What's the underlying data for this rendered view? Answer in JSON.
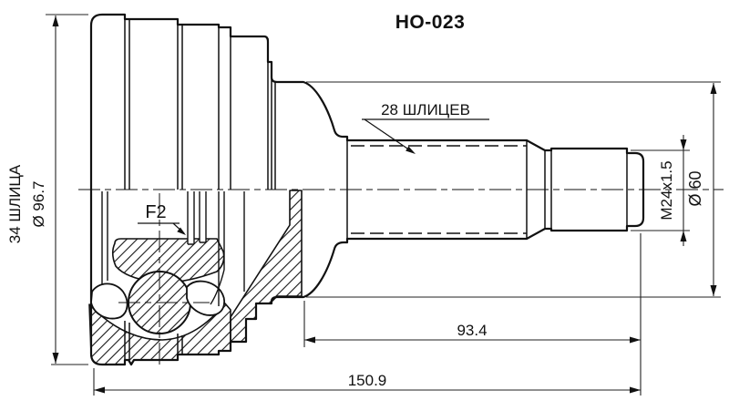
{
  "drawing": {
    "part_code": "HO-023",
    "callouts": {
      "outer_splines": "28 ШЛИЦЕВ",
      "inner_splines": "34 ШЛИЦА",
      "outer_diameter": "Ø 96.7",
      "groove_code": "F2",
      "thread_spec": "M24x1.5",
      "shoulder_diameter": "Ø 60",
      "shaft_length": "93.4",
      "total_length": "150.9"
    },
    "colors": {
      "line": "#111111",
      "background": "#ffffff"
    }
  }
}
